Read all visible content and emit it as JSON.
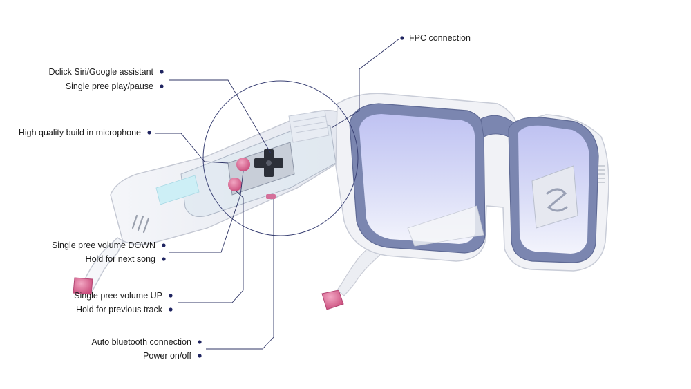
{
  "callouts": {
    "fpc": "FPC connection",
    "siri": "Dclick Siri/Google assistant",
    "play": "Single pree play/pause",
    "mic": "High quality build in microphone",
    "vol_down": "Single pree volume DOWN",
    "next_song": "Hold for next song",
    "vol_up": "Single pree volume UP",
    "prev_track": "Hold for previous track",
    "bluetooth": "Auto bluetooth connection",
    "power": "Power on/off"
  },
  "colors": {
    "frame_white": "#eef0f4",
    "lens_rim": "#7b86b0",
    "lens_tint": "#c9cdf4",
    "button_pink": "#d9638f",
    "leader_line": "#2f3566",
    "bullet": "#1f2460"
  }
}
